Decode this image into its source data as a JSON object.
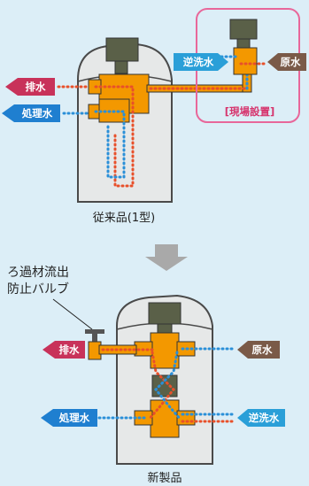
{
  "colors": {
    "background": "#dceef7",
    "tank": "#e6e8e8",
    "tank_outline": "#4a4a4a",
    "valve_orange": "#f39800",
    "motor_green": "#5a6048",
    "drain_red": "#c8325a",
    "treated_blue": "#1f7fd0",
    "backwash_blue": "#2a9fd8",
    "raw_brown": "#7a5a48",
    "flow_red_dots": "#e8502a",
    "flow_blue_dots": "#2a8fd8",
    "site_frame_pink": "#e8679a",
    "down_arrow": "#a9a9a9"
  },
  "top": {
    "drain_label": "排水",
    "treated_label": "処理水",
    "backwash_label": "逆洗水",
    "raw_label": "原水",
    "site_label": "[現場設置]",
    "caption": "従来品(1型)"
  },
  "bottom": {
    "note_line1": "ろ過材流出",
    "note_line2": "防止バルブ",
    "drain_label": "排水",
    "raw_label": "原水",
    "treated_label": "処理水",
    "backwash_label": "逆洗水",
    "caption": "新製品"
  },
  "icons": {
    "transition_arrow": "down-arrow-icon",
    "label_arrows": "pentagon-arrow-icon"
  }
}
